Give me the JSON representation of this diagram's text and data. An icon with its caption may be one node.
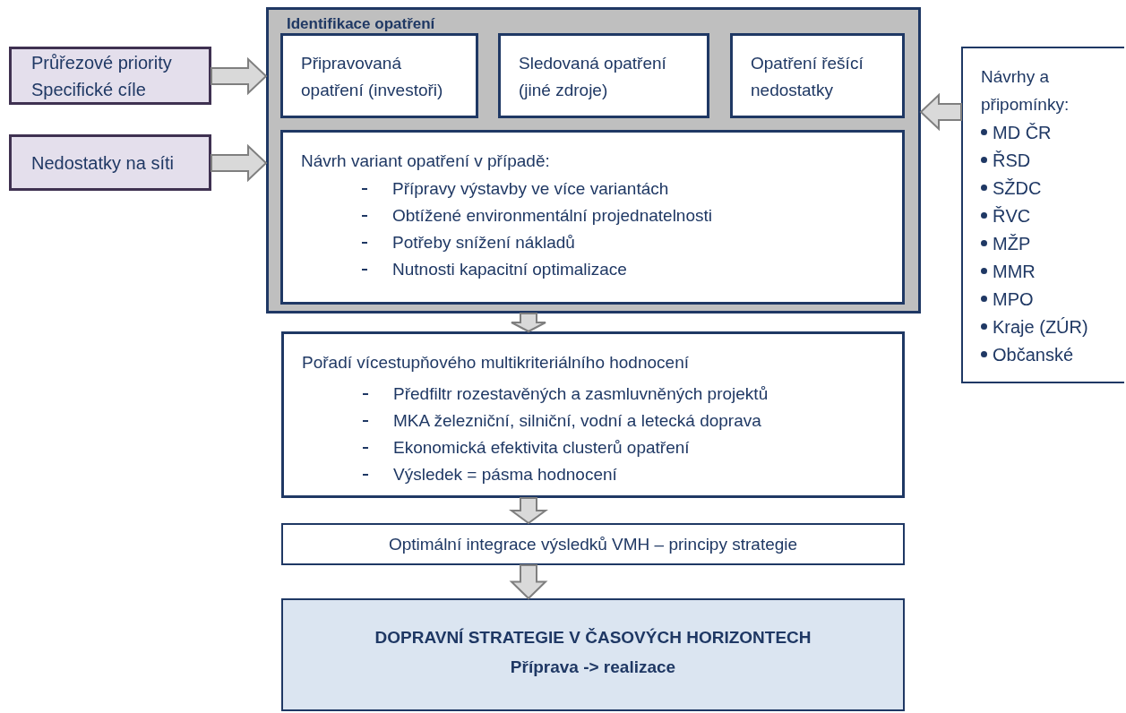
{
  "diagram": {
    "nodes": [
      {
        "text": [
          "Průřezové priority",
          "Specifické cíle"
        ]
      },
      {
        "text": [
          "Nedostatky na síti"
        ]
      },
      {
        "text": [
          "Identifikace opatření"
        ]
      },
      {
        "text": [
          "Připravovaná opatření (investoři)"
        ],
        "in": 2
      },
      {
        "text": [
          "Sledovaná opatření (jiné zdroje)"
        ],
        "in": 2
      },
      {
        "text": [
          "Opatření řešící nedostatky"
        ],
        "in": 2
      },
      {
        "text": [
          "Návrh variant opatření v případě:",
          "Přípravy výstavby ve více variantách",
          "Obtížené environmentální projednatelnosti",
          "Potřeby snížení nákladů",
          "Nutnosti kapacitní optimalizace"
        ],
        "in": 2
      },
      {
        "text": [
          "Pořadí vícestupňového multikriteriálního hodnocení",
          "Předfiltr rozestavěných a zasmluvněných projektů",
          "MKA železniční, silniční, vodní a letecká doprava",
          "Ekonomická efektivita clusterů opatření",
          "Výsledek = pásma hodnocení"
        ]
      },
      {
        "text": [
          "Optimální integrace výsledků VMH – principy strategie"
        ]
      },
      {
        "text": [
          "DOPRAVNÍ STRATEGIE V ČASOVÝCH HORIZONTECH",
          "Příprava -> realizace"
        ]
      },
      {
        "text": [
          "Návrhy a připomínky:",
          "MD ČR",
          "ŘSD",
          "SŽDC",
          "ŘVC",
          "MŽP",
          "MMR",
          "MPO",
          "Kraje (ZÚR)",
          "Občanské"
        ]
      }
    ],
    "edges": [
      {
        "from": 0,
        "to": 2,
        "arrow": "to"
      },
      {
        "from": 1,
        "to": 2,
        "arrow": "to"
      },
      {
        "from": 10,
        "to": 2,
        "arrow": "to"
      },
      {
        "from": 2,
        "to": 7,
        "arrow": "to"
      },
      {
        "from": 7,
        "to": 8,
        "arrow": "to"
      },
      {
        "from": 8,
        "to": 9,
        "arrow": "to"
      }
    ]
  }
}
